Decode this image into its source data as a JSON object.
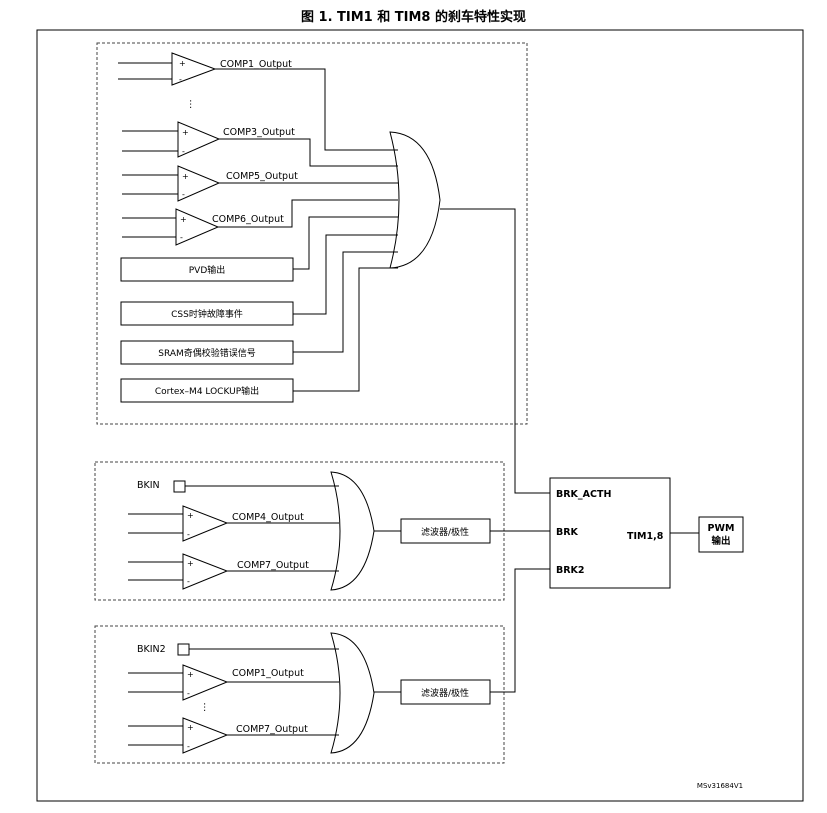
{
  "figure_title": "图 1. TIM1 和 TIM8 的刹车特性实现",
  "top_group": {
    "comparators": [
      "COMP1_Output",
      "COMP3_Output",
      "COMP5_Output",
      "COMP6_Output"
    ],
    "ellipsis": "⋮",
    "boxes": [
      "PVD输出",
      "CSS时钟故障事件",
      "SRAM奇偶校验错误信号",
      "Cortex–M4 LOCKUP输出"
    ]
  },
  "mid_group": {
    "bkin_label": "BKIN",
    "comparators": [
      "COMP4_Output",
      "COMP7_Output"
    ],
    "filter_label": "滤波器/极性"
  },
  "bottom_group": {
    "bkin_label": "BKIN2",
    "comparators": [
      "COMP1_Output",
      "COMP7_Output"
    ],
    "ellipsis": "⋮",
    "filter_label": "滤波器/极性"
  },
  "tim_block": {
    "inputs": [
      "BRK_ACTH",
      "BRK",
      "BRK2"
    ],
    "name": "TIM1,8"
  },
  "pwm_box": {
    "line1": "PWM",
    "line2": "输出"
  },
  "comparator_signs": {
    "plus": "+",
    "minus": "-"
  },
  "footer_id": "MSv31684V1"
}
